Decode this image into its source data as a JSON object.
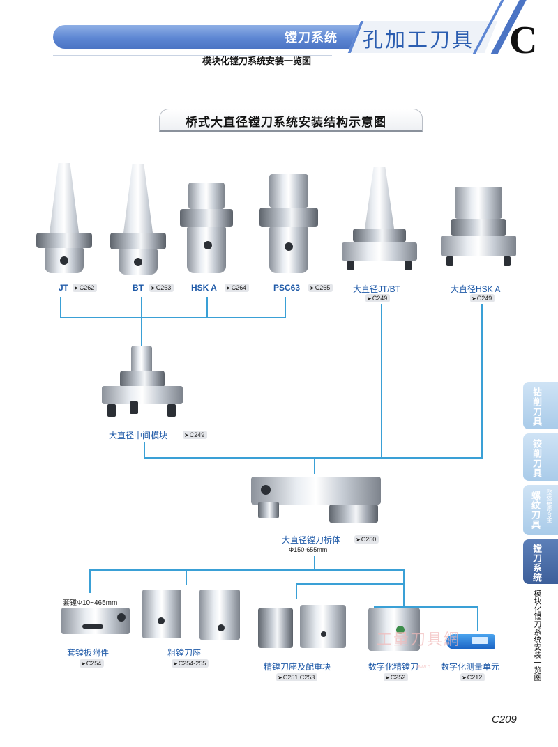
{
  "header": {
    "system_label": "镗刀系统",
    "main_title": "孔加工刀具",
    "letter": "C",
    "subtitle": "模块化镗刀系统安装一览图"
  },
  "section_title": "桥式大直径镗刀系统安装结构示意图",
  "holders": [
    {
      "name": "JT",
      "ref": "C262"
    },
    {
      "name": "BT",
      "ref": "C263"
    },
    {
      "name": "HSK A",
      "ref": "C264"
    },
    {
      "name": "PSC63",
      "ref": "C265"
    },
    {
      "name": "大直径JT/BT",
      "ref": "C249"
    },
    {
      "name": "大直径HSK A",
      "ref": "C249"
    }
  ],
  "intermediate": {
    "name": "大直径中间模块",
    "ref": "C249"
  },
  "bridge": {
    "name": "大直径镗刀桥体",
    "ref": "C250",
    "range": "Φ150-655mm"
  },
  "accessories": [
    {
      "name": "套镗板附件",
      "ref": "C254",
      "range": "套镗Φ10~465mm"
    },
    {
      "name": "粗镗刀座",
      "ref": "C254-255"
    },
    {
      "name": "精镗刀座及配重块",
      "ref": "C251,C253"
    },
    {
      "name": "数字化精镗刀",
      "ref": "C252"
    },
    {
      "name": "数字化测量单元",
      "ref": "C212"
    }
  ],
  "ref_arrow": "➤",
  "side_tabs": [
    {
      "label": "钻削刀具"
    },
    {
      "label": "铰削刀具"
    },
    {
      "label": "螺纹刀具",
      "small": "整体硬质合金"
    },
    {
      "label": "镗刀系统"
    }
  ],
  "side_subtitle": "模块化镗刀系统安装一览图",
  "page_number": "C209",
  "watermark": "工量刀具網",
  "watermark_url": "www.c...",
  "colors": {
    "accent_blue": "#1f5aa8",
    "connector": "#3aa0d6",
    "header_bar": "#5d86d3",
    "active_tab": "#3d5f9a"
  }
}
